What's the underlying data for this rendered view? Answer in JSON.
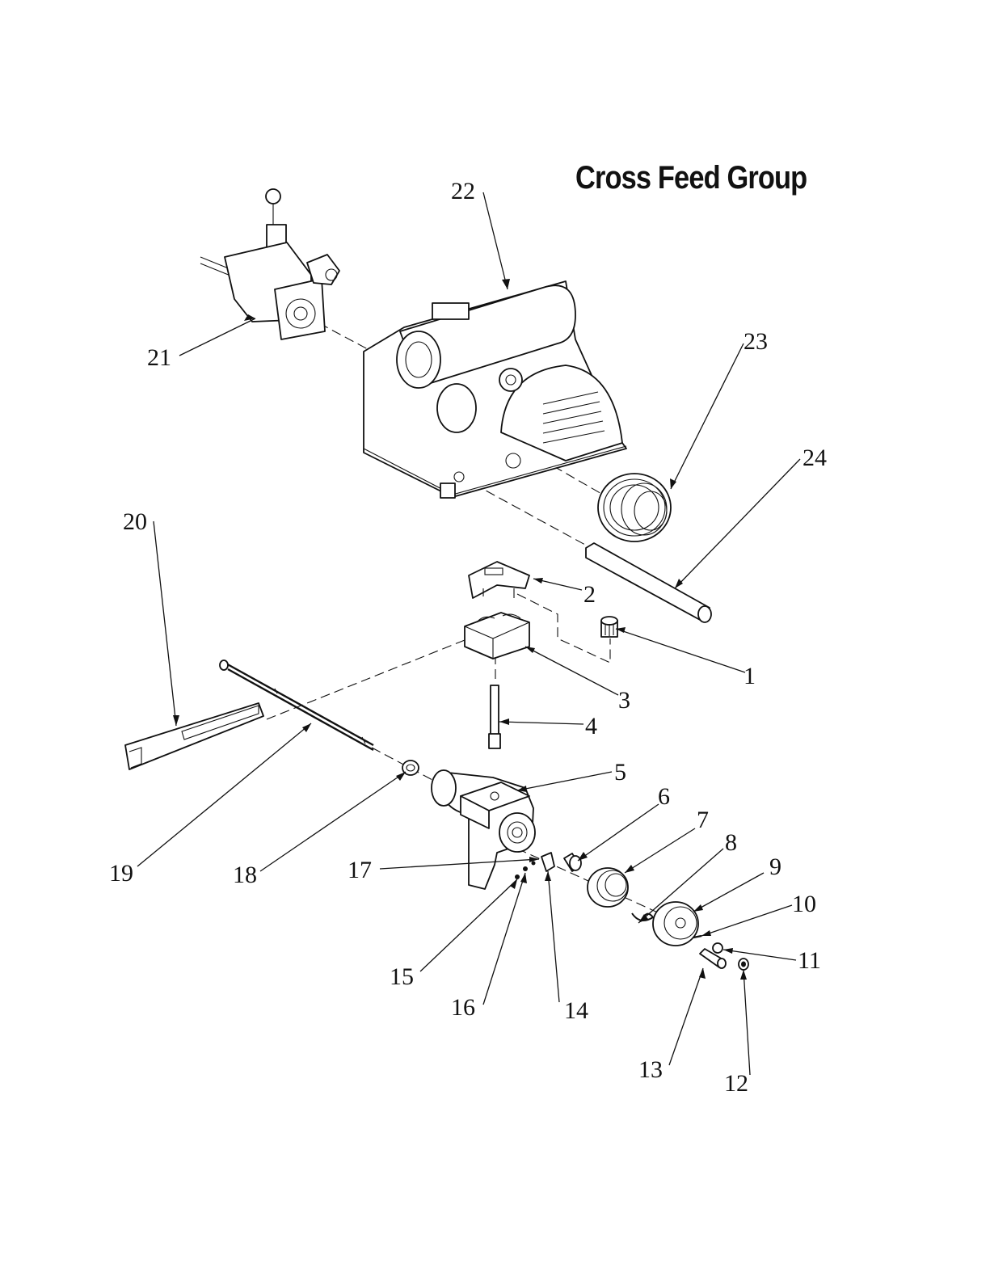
{
  "title": "Cross Feed Group",
  "colors": {
    "ink": "#111111",
    "paper": "#ffffff"
  },
  "callouts": [
    {
      "id": "1",
      "label": "1"
    },
    {
      "id": "2",
      "label": "2"
    },
    {
      "id": "3",
      "label": "3"
    },
    {
      "id": "4",
      "label": "4"
    },
    {
      "id": "5",
      "label": "5"
    },
    {
      "id": "6",
      "label": "6"
    },
    {
      "id": "7",
      "label": "7"
    },
    {
      "id": "8",
      "label": "8"
    },
    {
      "id": "9",
      "label": "9"
    },
    {
      "id": "10",
      "label": "10"
    },
    {
      "id": "11",
      "label": "11"
    },
    {
      "id": "12",
      "label": "12"
    },
    {
      "id": "13",
      "label": "13"
    },
    {
      "id": "14",
      "label": "14"
    },
    {
      "id": "15",
      "label": "15"
    },
    {
      "id": "16",
      "label": "16"
    },
    {
      "id": "17",
      "label": "17"
    },
    {
      "id": "18",
      "label": "18"
    },
    {
      "id": "19",
      "label": "19"
    },
    {
      "id": "20",
      "label": "20"
    },
    {
      "id": "21",
      "label": "21"
    },
    {
      "id": "22",
      "label": "22"
    },
    {
      "id": "23",
      "label": "23"
    },
    {
      "id": "24",
      "label": "24"
    }
  ]
}
